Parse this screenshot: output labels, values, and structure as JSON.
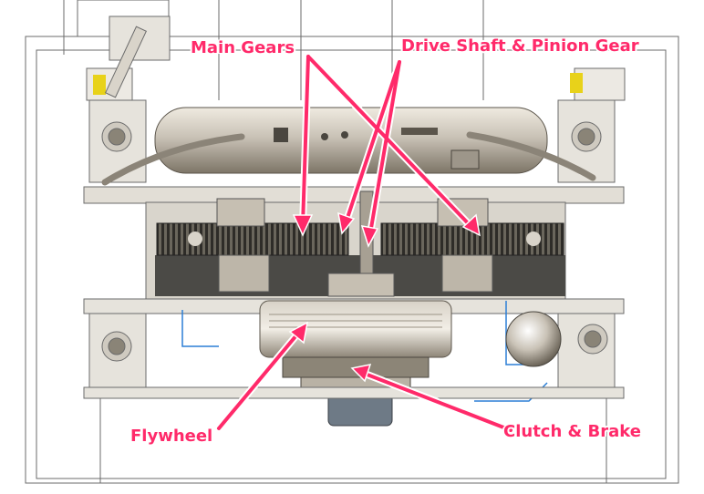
{
  "colors": {
    "callout": "#ff2a6a",
    "outline": "#ffffff",
    "metal": "#c9c2b6",
    "metal_dark": "#7d7567",
    "gear": "#3c3a35",
    "frame_line": "#6b6b6b",
    "pipe_blue": "#2b7fd6",
    "highlight_yellow": "#e8d21a"
  },
  "labels": {
    "main_gears": "Main Gears",
    "drive_shaft": "Drive Shaft & Pinion Gear",
    "flywheel": "Flywheel",
    "clutch_brake": "Clutch & Brake"
  }
}
